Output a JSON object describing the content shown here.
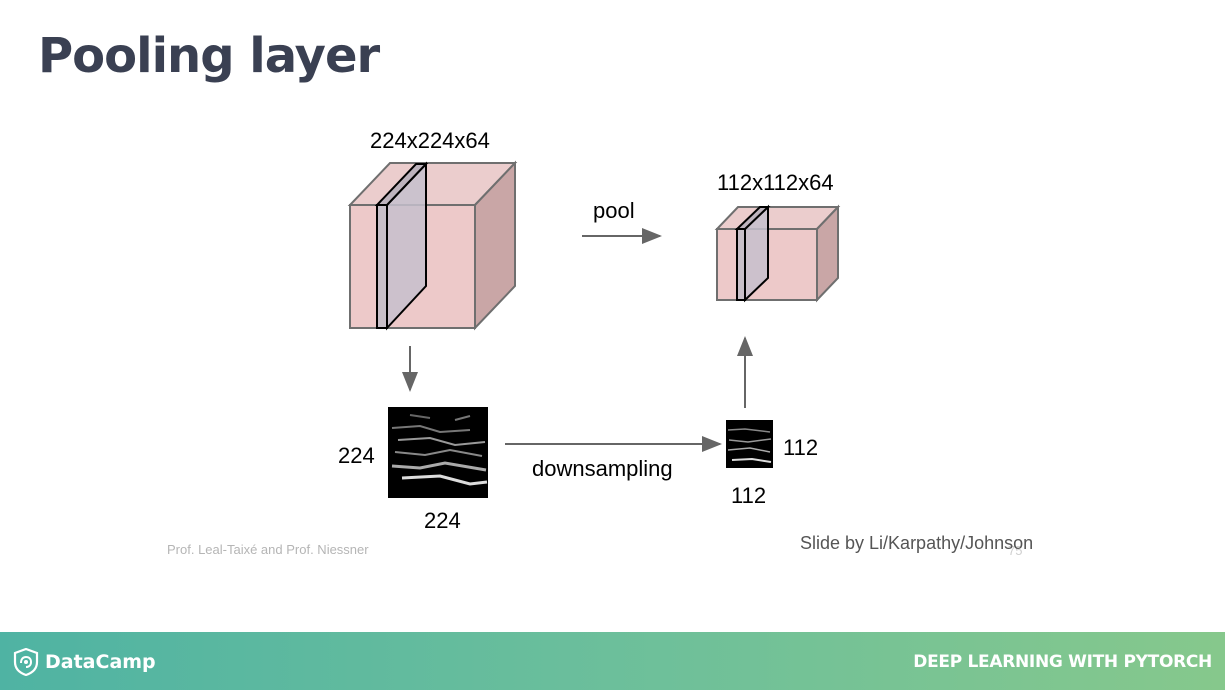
{
  "slide": {
    "title": "Pooling layer"
  },
  "diagram": {
    "input_volume_label": "224x224x64",
    "output_volume_label": "112x112x64",
    "pool_label": "pool",
    "downsampling_label": "downsampling",
    "input_height_label": "224",
    "input_width_label": "224",
    "output_height_label": "112",
    "output_width_label": "112"
  },
  "credits": {
    "left": "Prof. Leal-Taixé and Prof. Niessner",
    "right": "Slide by Li/Karpathy/Johnson",
    "slide_number": "75"
  },
  "footer": {
    "brand": "DataCamp",
    "course": "DEEP LEARNING WITH PYTORCH"
  }
}
